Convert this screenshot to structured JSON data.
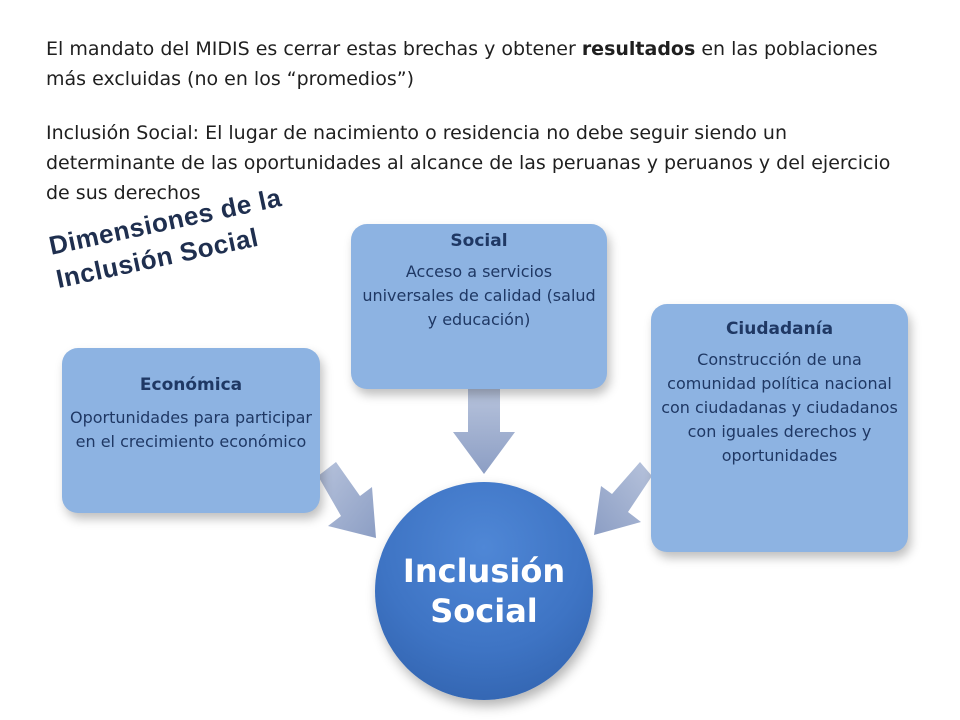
{
  "paragraph1": {
    "before": "El mandato del MIDIS es cerrar estas brechas y obtener ",
    "bold": "resultados",
    "after": " en las poblaciones más excluidas (no en los “promedios”)"
  },
  "paragraph2": "Inclusión Social: El lugar de nacimiento o residencia no debe seguir siendo un determinante de las oportunidades al alcance de las peruanas y peruanos y del ejercicio de sus derechos",
  "dimensions_title": "Dimensiones de la Inclusión Social",
  "center": "Inclusión Social",
  "dimensions": {
    "social": {
      "title": "Social",
      "description": "Acceso a servicios universales de calidad (salud y educación)"
    },
    "economica": {
      "title": "Económica",
      "description": "Oportunidades para participar en el crecimiento económico"
    },
    "ciudadania": {
      "title": "Ciudadanía",
      "description": "Construcción de una comunidad política nacional con ciudadanas y ciudadanos con iguales derechos y oportunidades"
    }
  },
  "colors": {
    "box_fill": "#8db3e2",
    "center_fill": "#3e74c4",
    "arrow_fill": "#9aa9c9",
    "text_dark": "#1f3864"
  }
}
